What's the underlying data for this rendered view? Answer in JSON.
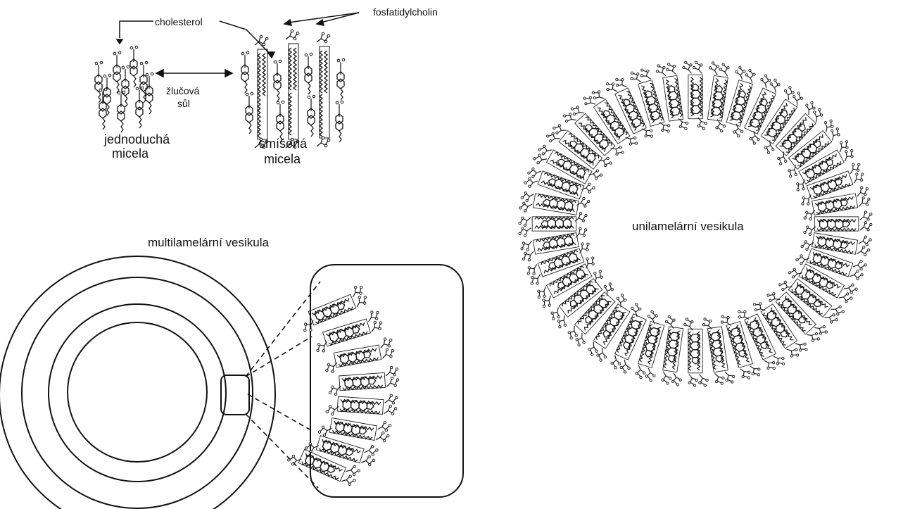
{
  "labels": {
    "cholesterol": "cholesterol",
    "phosphatidylcholine": "fosfatidylcholin",
    "bile_salt_line1": "žlučová",
    "bile_salt_line2": "sůl",
    "simple_micelle_line1": "jednoduchá",
    "simple_micelle_line2": "micela",
    "mixed_micelle_line1": "smíšená",
    "mixed_micelle_line2": "micela",
    "multilamellar_vesicle": "multilamelární vesikula",
    "unilamellar_vesicle": "unilamelární vesikula"
  },
  "colors": {
    "ink": "#111111",
    "background": "#ffffff"
  }
}
